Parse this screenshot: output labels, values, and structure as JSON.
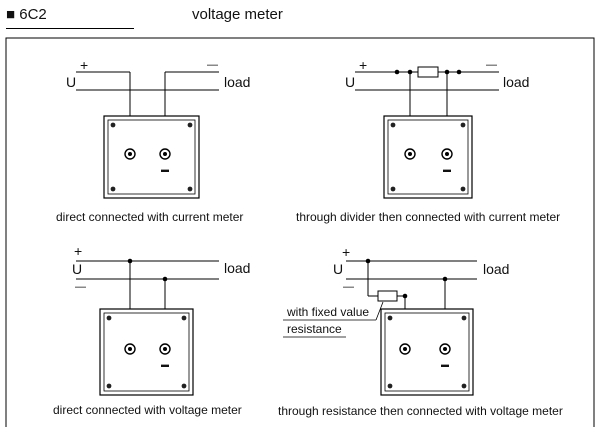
{
  "header": {
    "model": "■ 6C2",
    "title": "voltage meter"
  },
  "common": {
    "plus": "+",
    "minus": "—",
    "minus_terminal": "▬",
    "voltage": "U",
    "load": "load"
  },
  "panels": [
    {
      "caption": "direct connected with current meter"
    },
    {
      "caption": "through divider then connected with current meter"
    },
    {
      "caption": "direct connected with voltage meter"
    },
    {
      "caption": "through resistance then connected with voltage meter"
    }
  ],
  "annotation": {
    "line1": "with fixed value",
    "line2": "resistance"
  }
}
